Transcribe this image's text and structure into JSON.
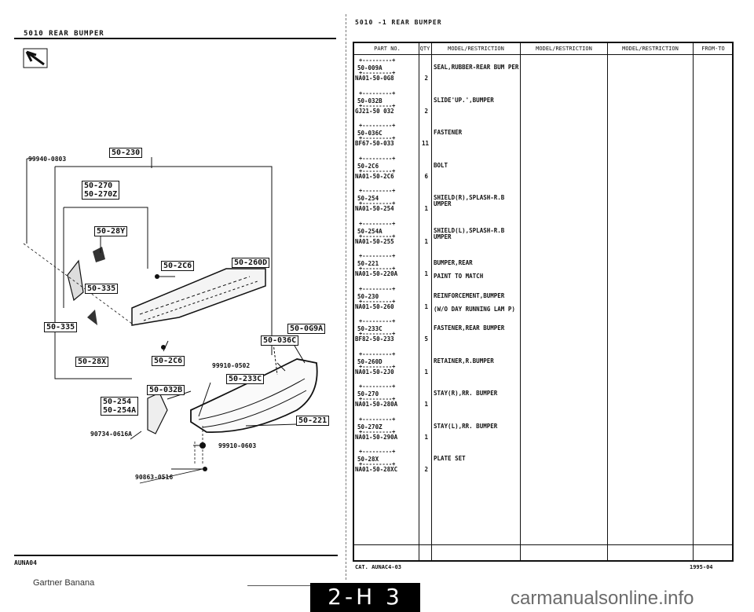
{
  "left": {
    "header": "5010     REAR BUMPER",
    "footer_code": "AUNA04",
    "watermark": "Gartner Banana"
  },
  "diagram": {
    "callouts": [
      {
        "id": "c1",
        "text": "50-230"
      },
      {
        "id": "c2",
        "text": "50-270\n50-270Z"
      },
      {
        "id": "c3",
        "text": "50-28Y"
      },
      {
        "id": "c4",
        "text": "50-335"
      },
      {
        "id": "c5",
        "text": "50-335"
      },
      {
        "id": "c6",
        "text": "50-2C6"
      },
      {
        "id": "c7",
        "text": "50-260D"
      },
      {
        "id": "c8",
        "text": "50-0G9A"
      },
      {
        "id": "c9",
        "text": "50-036C"
      },
      {
        "id": "c10",
        "text": "50-28X"
      },
      {
        "id": "c11",
        "text": "50-2C6"
      },
      {
        "id": "c12",
        "text": "50-233C"
      },
      {
        "id": "c13",
        "text": "50-032B"
      },
      {
        "id": "c14",
        "text": "50-254\n50-254A"
      },
      {
        "id": "c15",
        "text": "50-221"
      }
    ],
    "labels": [
      {
        "id": "l1",
        "text": "99940-0803"
      },
      {
        "id": "l2",
        "text": "99910-0502"
      },
      {
        "id": "l3",
        "text": "90734-0616A"
      },
      {
        "id": "l4",
        "text": "99910-0603"
      },
      {
        "id": "l5",
        "text": "90863-0516"
      }
    ]
  },
  "right": {
    "header": "5010  -1     REAR BUMPER",
    "columns": [
      "PART NO.",
      "QTY",
      "MODEL/RESTRICTION",
      "MODEL/RESTRICTION",
      "MODEL/RESTRICTION",
      "FROM-TO"
    ],
    "rows": [
      {
        "code": "50-009A",
        "full": "NA01-50-0G8",
        "qty": "2",
        "desc": "SEAL,RUBBER-REAR BUM PER",
        "desc2": ""
      },
      {
        "code": "50-032B",
        "full": "GJ21-50 032",
        "qty": "2",
        "desc": "SLIDE'UP.',BUMPER",
        "desc2": ""
      },
      {
        "code": "50-036C",
        "full": "BF67-50-033",
        "qty": "11",
        "desc": "FASTENER",
        "desc2": ""
      },
      {
        "code": "50-2C6",
        "full": "NA01-50-2C6",
        "qty": "6",
        "desc": "BOLT",
        "desc2": ""
      },
      {
        "code": "50-254",
        "full": "NA01-50-254",
        "qty": "1",
        "desc": "SHIELD(R),SPLASH-R.B UMPER",
        "desc2": ""
      },
      {
        "code": "50-254A",
        "full": "NA01-50-255",
        "qty": "1",
        "desc": "SHIELD(L),SPLASH-R.B UMPER",
        "desc2": ""
      },
      {
        "code": "50-221",
        "full": "NA01-50-220A",
        "qty": "1",
        "desc": "BUMPER,REAR",
        "desc2": "PAINT TO MATCH"
      },
      {
        "code": "50-230",
        "full": "NA01-50-260",
        "qty": "1",
        "desc": "REINFORCEMENT,BUMPER",
        "desc2": "(W/O DAY RUNNING LAM P)"
      },
      {
        "code": "50-233C",
        "full": "BF82-50-233",
        "qty": "5",
        "desc": "FASTENER,REAR BUMPER",
        "desc2": ""
      },
      {
        "code": "50-260D",
        "full": "NA01-50-2J0",
        "qty": "1",
        "desc": "RETAINER,R.BUMPER",
        "desc2": ""
      },
      {
        "code": "50-270",
        "full": "NA01-50-280A",
        "qty": "1",
        "desc": "STAY(R),RR. BUMPER",
        "desc2": ""
      },
      {
        "code": "50-270Z",
        "full": "NA01-50-290A",
        "qty": "1",
        "desc": "STAY(L),RR. BUMPER",
        "desc2": ""
      },
      {
        "code": "50-28X",
        "full": "NA01-50-28XC",
        "qty": "2",
        "desc": "PLATE SET",
        "desc2": ""
      }
    ],
    "footer_left": "CAT. AUNAC4-03",
    "footer_right": "1995-04"
  },
  "banner": {
    "page_code": "2-H 3",
    "site_watermark": "carmanualsonline.info"
  }
}
